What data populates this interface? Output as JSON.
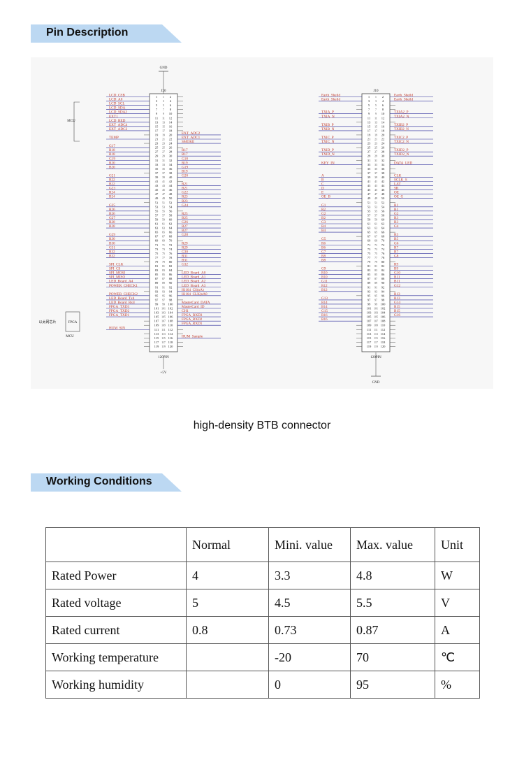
{
  "sections": {
    "pin_description": "Pin Description",
    "working_conditions": "Working Conditions"
  },
  "colors": {
    "tab_blue": "#bcd8f2",
    "signal_line": "#2a2a9a",
    "label_red": "#c0392b",
    "box": "#444444"
  },
  "diagram": {
    "left": {
      "connector": "J20",
      "top_label": "GND",
      "bottom_label": "+5V",
      "part": "120PIN",
      "side_labels": {
        "mcu_top": "MCU",
        "fpga": "FPGA",
        "mcu_bottom": "MCU",
        "chinese": "以太网芯片"
      },
      "left_signals": [
        "LCD_CSB",
        "LCD_A0",
        "LCD_SCL",
        "LCD_SDA",
        "LCD_SDA2",
        "EXT1",
        "LCD_RED",
        "EXT_ADC4",
        "EXT_ADC3",
        "",
        "TEMP",
        "",
        "G17",
        "R18",
        "B18",
        "G19",
        "R20",
        "B20",
        "",
        "G21",
        "R22",
        "B22",
        "G23",
        "R24",
        "B24",
        "",
        "G25",
        "R26",
        "B26",
        "G27",
        "R28",
        "B28",
        "",
        "G29",
        "R30",
        "B30",
        "G31",
        "R32",
        "B32",
        "",
        "SPI_CLK",
        "SPI_CS",
        "SPI_MOSI",
        "SPI_MISO",
        "LED_Board_A4",
        "POWER_CHECK1",
        "",
        "POWER_CHECK2",
        "LED_Board_Txd",
        "LED_Board_Rxd",
        "FPGA_TXD3",
        "FPGA_TXD2",
        "FPGA_TXD1",
        "",
        "",
        "HUM_SIN",
        "",
        "",
        ""
      ],
      "right_signals": [
        "",
        "",
        "",
        "",
        "",
        "",
        "",
        "",
        "",
        "EXT_ADC2",
        "EXT_ADC1",
        "SMOKE",
        "",
        "R17",
        "B17",
        "G18",
        "R19",
        "G19",
        "B19",
        "G20",
        "",
        "R21",
        "B21",
        "G22",
        "R23",
        "B23",
        "G24",
        "",
        "R25",
        "B25",
        "G26",
        "R27",
        "B27",
        "G28",
        "",
        "R29",
        "R29",
        "G30",
        "R31",
        "B31",
        "G32",
        "",
        "LED_Board_A0",
        "LED_Board_A1",
        "LED_Board_A2",
        "LED_Board_A3",
        "Hi164_CS(nA)",
        "Hi164_CLK(nA0",
        "",
        "MasterCard_DATA",
        "MasterCard_ID",
        "CH1",
        "FPGA_RXD3",
        "FPGA_RXD2",
        "FPGA_RXD1",
        "",
        "",
        "HUM_Sample",
        "",
        ""
      ]
    },
    "right": {
      "connector": "J10",
      "bottom_label": "GND",
      "part": "120PIN",
      "left_signals": [
        "Earth_Sheild",
        "Earth_Sheild",
        "",
        "",
        "TXIA_P",
        "TXIA_N",
        "",
        "TXIB_P",
        "TXIB_N",
        "",
        "TXIC_P",
        "TXIC_N",
        "",
        "TXID_P",
        "TXID_N",
        "",
        "KEY_IN",
        "",
        "",
        "A",
        "B",
        "C",
        "D",
        "E",
        "OE_B",
        "",
        "G1",
        "R2",
        "G2",
        "B2",
        "G3",
        "R4",
        "B4",
        "",
        "G5",
        "R6",
        "B6",
        "G7",
        "R8",
        "B8",
        "",
        "G9",
        "R10",
        "B10",
        "G11",
        "R12",
        "B12",
        "",
        "G13",
        "R14",
        "B14",
        "G15",
        "R16",
        "B16",
        "",
        "",
        "",
        "",
        ""
      ],
      "right_signals": [
        "Earth_Sheild",
        "Earth_Sheild",
        "",
        "",
        "TXIA2_P",
        "TXIA2_N",
        "",
        "TXIB2_P",
        "TXIB2_N",
        "",
        "TXIC2_P",
        "TXIC2_N",
        "",
        "TXID2_P",
        "TXID2_N",
        "",
        "DATA_LED",
        "",
        "",
        "CLK",
        "SCLK_S",
        "LAT",
        "SR",
        "OE",
        "OE_G",
        "",
        "R1",
        "B1",
        "G2",
        "R3",
        "B3",
        "G4",
        "",
        "R5",
        "B5",
        "G6",
        "R7",
        "B7",
        "G8",
        "",
        "R9",
        "B9",
        "G10",
        "R11",
        "B11",
        "G12",
        "",
        "R13",
        "B13",
        "G14",
        "R15",
        "B15",
        "G16",
        "",
        "",
        "",
        "",
        ""
      ]
    }
  },
  "caption": "high-density BTB connector",
  "table": {
    "headers": [
      "",
      "Normal",
      "Mini. value",
      "Max. value",
      "Unit"
    ],
    "rows": [
      [
        "Rated Power",
        "4",
        "3.3",
        "4.8",
        "W"
      ],
      [
        "Rated voltage",
        "5",
        "4.5",
        "5.5",
        "V"
      ],
      [
        "Rated current",
        "0.8",
        "0.73",
        "0.87",
        "A"
      ],
      [
        "Working temperature",
        "",
        "-20",
        "70",
        "℃"
      ],
      [
        "Working humidity",
        "",
        "0",
        "95",
        "%"
      ]
    ]
  }
}
